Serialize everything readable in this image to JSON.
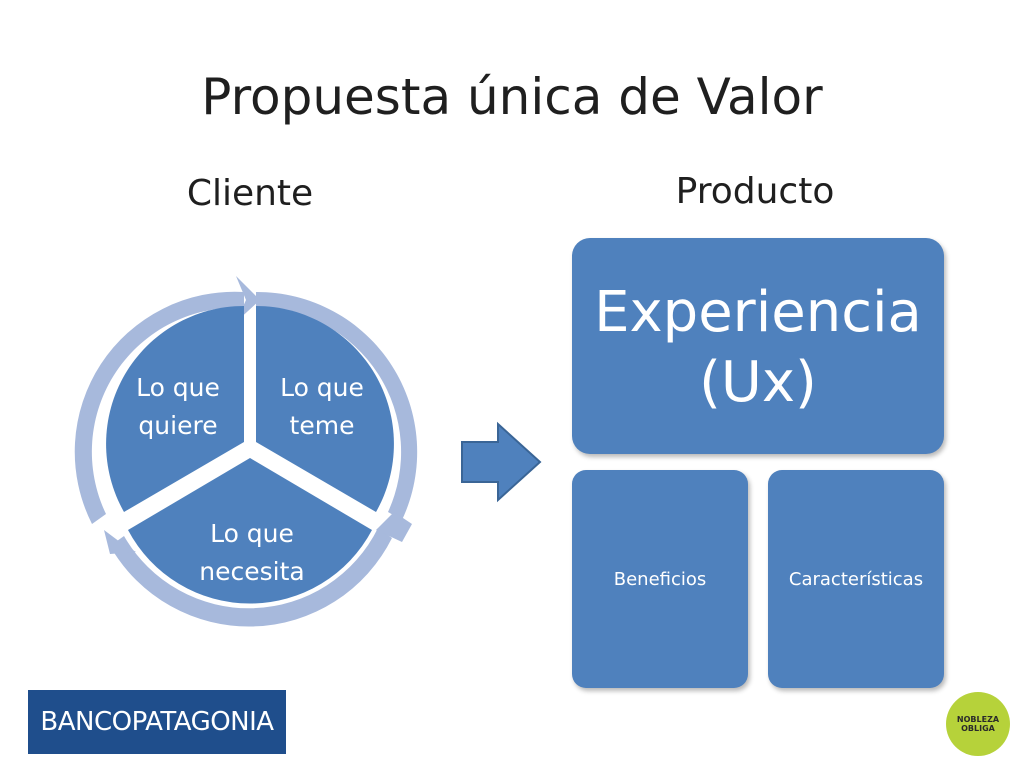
{
  "slide": {
    "title": "Propuesta única de Valor"
  },
  "left": {
    "heading": "Cliente",
    "cycle": {
      "segments": [
        {
          "line1": "Lo que",
          "line2": "quiere"
        },
        {
          "line1": "Lo que",
          "line2": "teme"
        },
        {
          "line1": "Lo que",
          "line2": "necesita"
        }
      ]
    }
  },
  "right": {
    "heading": "Producto",
    "hierarchy": {
      "top": {
        "line1": "Experiencia",
        "line2": "(Ux)"
      },
      "children": [
        "Beneficios",
        "Características"
      ]
    }
  },
  "footer": {
    "logo_left": "BANCOPATAGONIA",
    "logo_right_line1": "NOBLEZA",
    "logo_right_line2": "OBLIGA"
  },
  "colors": {
    "segment_fill": "#4f81bd",
    "ring_fill": "#a7b9dc",
    "arrow_fill": "#4f81bd",
    "logo_left_bg": "#1f4e8c",
    "logo_right_bg": "#b6d23a"
  },
  "icons": {
    "transition_arrow": "right-arrow-icon"
  }
}
